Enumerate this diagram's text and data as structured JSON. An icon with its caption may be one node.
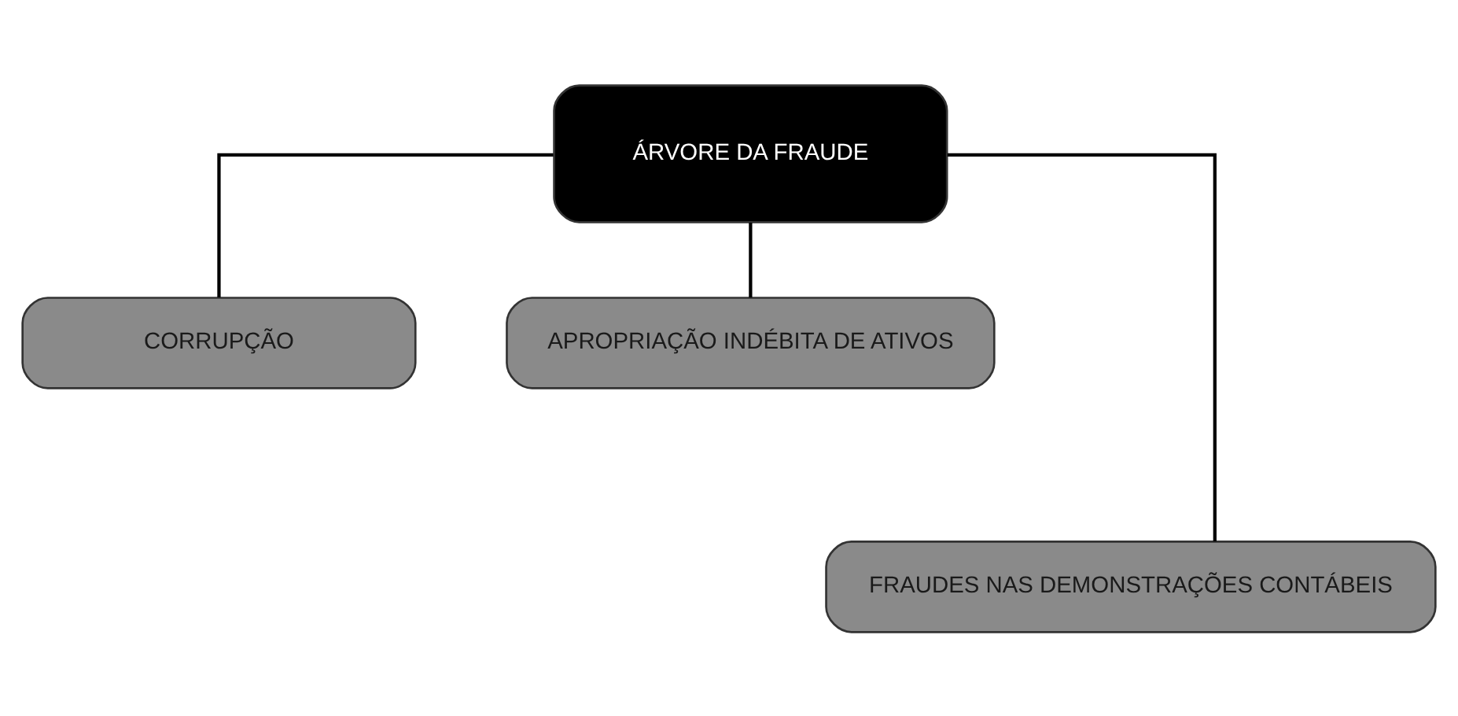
{
  "diagram": {
    "nodes": [
      {
        "text": [
          "ÁRVORE DA FRAUDE"
        ]
      },
      {
        "text": [
          "CORRUPÇÃO"
        ]
      },
      {
        "text": [
          "APROPRIAÇÃO INDÉBITA DE ATIVOS"
        ]
      },
      {
        "text": [
          "FRAUDES NAS DEMONSTRAÇÕES CONTÁBEIS"
        ]
      }
    ],
    "edges": [
      {
        "from": 0,
        "to": 1,
        "arrow": "none"
      },
      {
        "from": 0,
        "to": 3,
        "arrow": "none"
      },
      {
        "from": 0,
        "to": 2,
        "arrow": "none"
      }
    ]
  }
}
